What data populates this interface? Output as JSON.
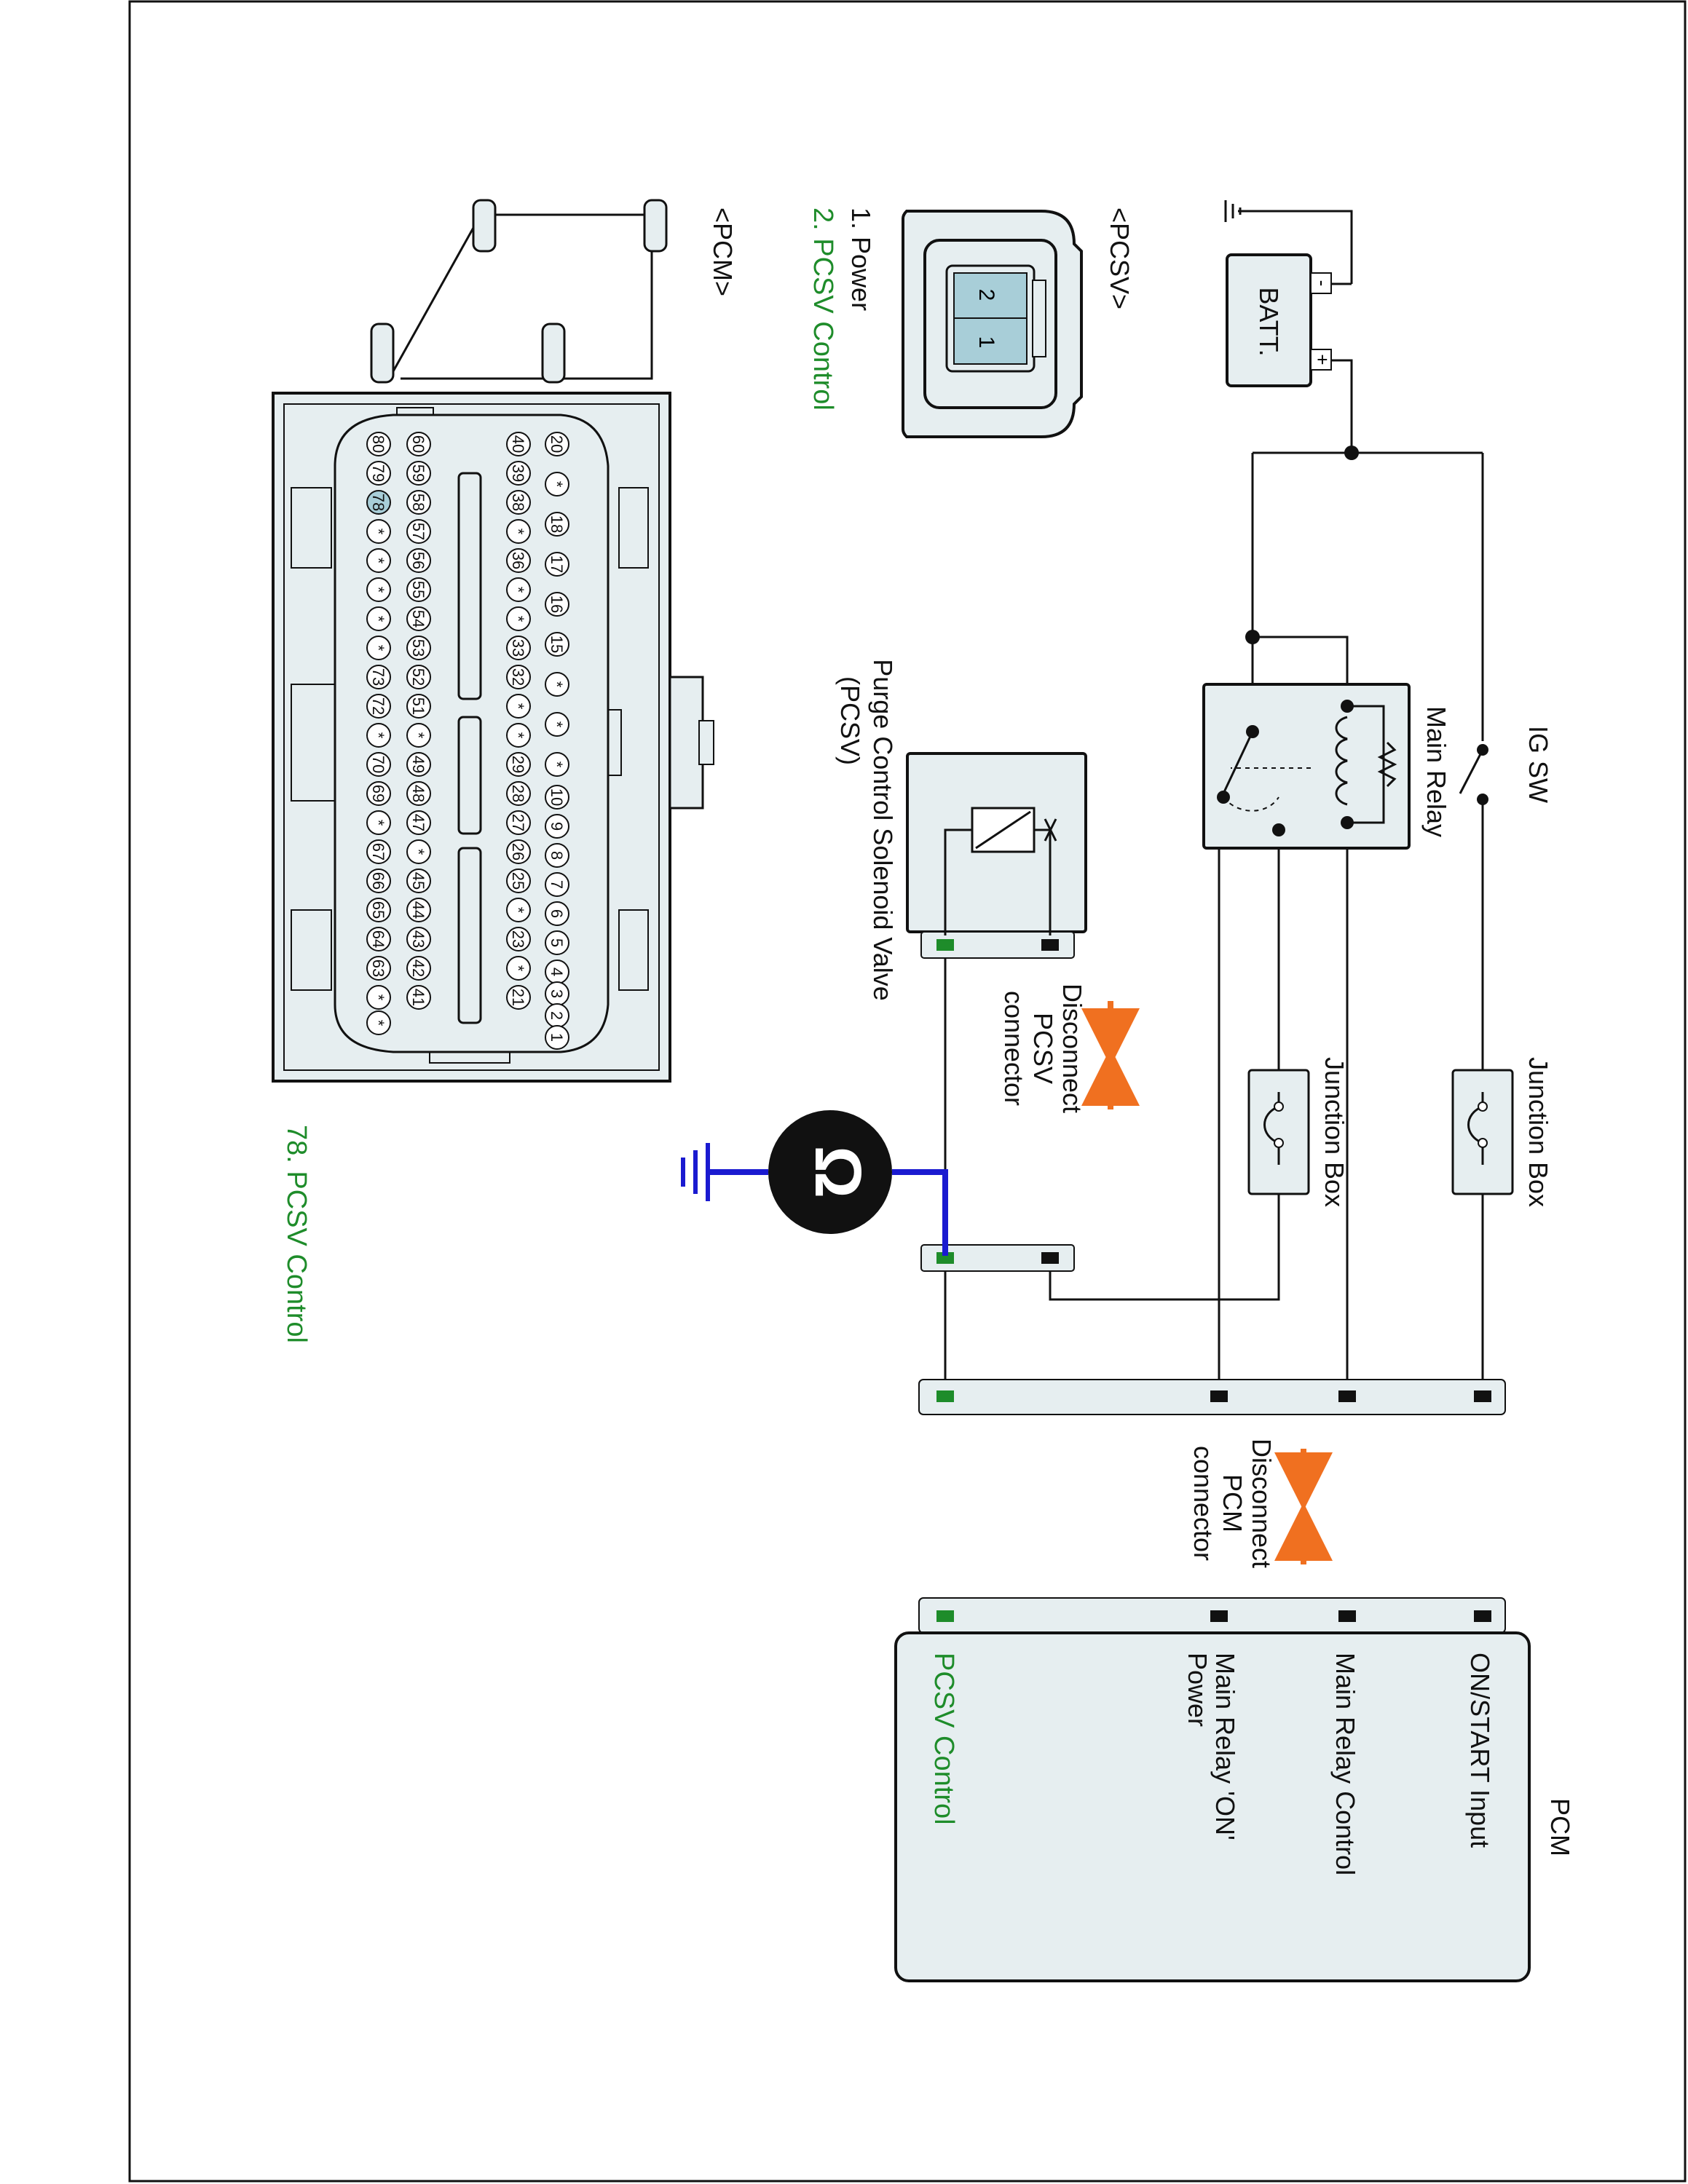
{
  "labels": {
    "ig_sw": "IG SW",
    "main_relay": "Main Relay",
    "batt": "BATT.",
    "batt_minus": "-",
    "batt_plus": "+",
    "junction_box_1": "Junction Box",
    "junction_box_2": "Junction Box",
    "pcsv_connector_title": "<PCSV>",
    "pcsv_pin1": "1. Power",
    "pcsv_pin2": "2. PCSV Control",
    "pcsv_pin_num_2": "2",
    "pcsv_pin_num_1": "1",
    "pcm_connector_title": "<PCM>",
    "pcm_pin78": "78. PCSV Control",
    "pcsv_valve_line1": "Purge Control Solenoid Valve",
    "pcsv_valve_line2": "(PCSV)",
    "disconnect_pcsv_1": "Disconnect",
    "disconnect_pcsv_2": "PCSV",
    "disconnect_pcsv_3": "connector",
    "disconnect_pcm_1": "Disconnect",
    "disconnect_pcm_2": "PCM",
    "disconnect_pcm_3": "connector",
    "pcm_title": "PCM",
    "pcm_on_start": "ON/START Input",
    "pcm_relay_control": "Main Relay Control",
    "pcm_relay_on_1": "Main Relay 'ON'",
    "pcm_relay_on_2": "Power",
    "pcm_pcsv_control": "PCSV Control",
    "ohm_symbol": "Ω"
  },
  "pcm_pins": {
    "row1": [
      "20",
      "*",
      "18",
      "17",
      "16",
      "15",
      "*",
      "*",
      "*",
      "10",
      "9",
      "8",
      "7",
      "6",
      "5",
      "4",
      "3",
      "2",
      "1"
    ],
    "row2": [
      "40",
      "39",
      "38",
      "*",
      "36",
      "*",
      "*",
      "33",
      "32",
      "*",
      "*",
      "29",
      "28",
      "27",
      "26",
      "25",
      "*",
      "23",
      "*",
      "21"
    ],
    "row3": [
      "60",
      "59",
      "58",
      "57",
      "56",
      "55",
      "54",
      "53",
      "52",
      "51",
      "*",
      "49",
      "48",
      "47",
      "*",
      "45",
      "44",
      "43",
      "42",
      "41"
    ],
    "row4": [
      "80",
      "79",
      "78",
      "*",
      "*",
      "*",
      "*",
      "*",
      "73",
      "72",
      "*",
      "70",
      "69",
      "*",
      "67",
      "66",
      "65",
      "64",
      "63",
      "*",
      "*"
    ]
  },
  "colors": {
    "accent_green": "#1e8c2a",
    "arrow_orange": "#f07020",
    "ground_blue": "#1a1ad0",
    "box_fill": "#e6eef0",
    "connector_fill": "#a8ced8"
  }
}
